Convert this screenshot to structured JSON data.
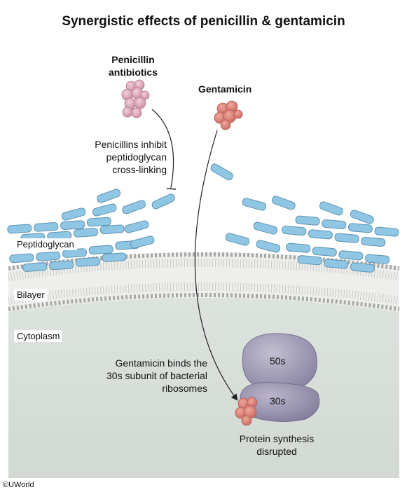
{
  "title": "Synergistic effects of penicillin & gentamicin",
  "molecules": {
    "penicillin_label_line1": "Penicillin",
    "penicillin_label_line2": "antibiotics",
    "gentamicin_label": "Gentamicin"
  },
  "annotations": {
    "penicillin_action_line1": "Penicillins inhibit",
    "penicillin_action_line2": "peptidoglycan",
    "penicillin_action_line3": "cross-linking",
    "gentamicin_action_line1": "Gentamicin binds the",
    "gentamicin_action_line2": "30s subunit of bacterial",
    "gentamicin_action_line3": "ribosomes",
    "outcome_line1": "Protein synthesis",
    "outcome_line2": "disrupted"
  },
  "regions": {
    "peptidoglycan": "Peptidoglycan",
    "bilayer": "Bilayer",
    "cytoplasm": "Cytoplasm"
  },
  "ribosome": {
    "large_subunit": "50s",
    "small_subunit": "30s"
  },
  "credit": "©UWorld",
  "colors": {
    "cytoplasm": "#d5dcd6",
    "peptidoglycan": "#8fc6e3",
    "penicillin": "#e4aec0",
    "gentamicin": "#e28980",
    "ribosome": "#9e98b4"
  }
}
